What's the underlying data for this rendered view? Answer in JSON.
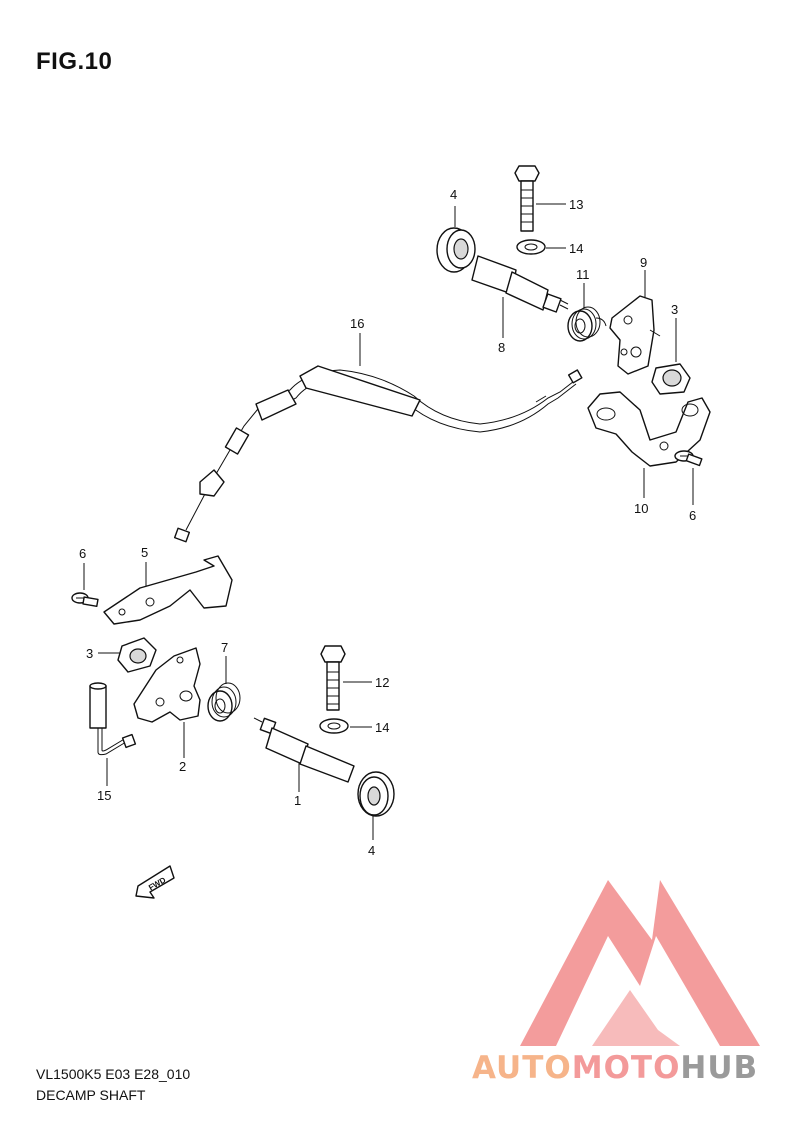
{
  "figure": {
    "title": "FIG.10",
    "model_code": "VL1500K5 E03 E28_010",
    "section_name": "DECAMP SHAFT"
  },
  "callouts": {
    "c13": "13",
    "c14a": "14",
    "c4a": "4",
    "c11": "11",
    "c9": "9",
    "c3a": "3",
    "c8": "8",
    "c16": "16",
    "c10": "10",
    "c6a": "6",
    "c6b": "6",
    "c5": "5",
    "c3b": "3",
    "c7": "7",
    "c12": "12",
    "c14b": "14",
    "c2": "2",
    "c15": "15",
    "c1": "1",
    "c4b": "4"
  },
  "direction_marker": {
    "label": "FWD"
  },
  "watermark": {
    "part1": "AUTO",
    "part2": "MOTO",
    "part3": "HUB",
    "colors": {
      "auto": "#f6b48a",
      "moto": "#f39a9a",
      "hub": "#9a9a9a",
      "triangle": "#f28b8b"
    }
  },
  "colors": {
    "line": "#111111",
    "background": "#ffffff"
  }
}
